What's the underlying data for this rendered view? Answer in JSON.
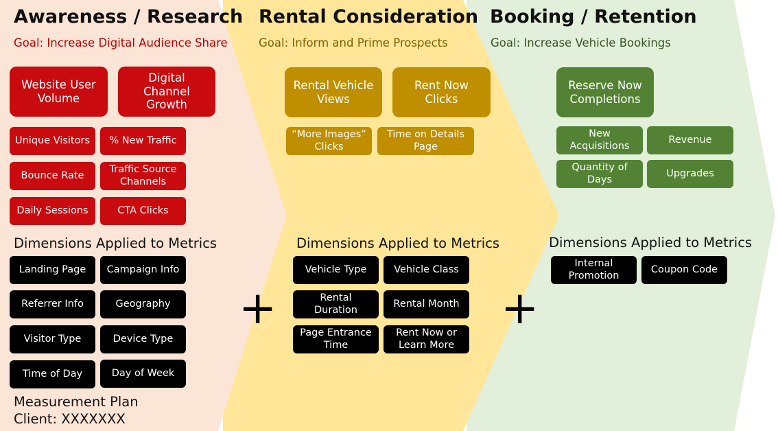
{
  "colors": {
    "awareness_bg": "#fbe5d6",
    "consideration_bg": "#ffe699",
    "booking_bg": "#e2efda",
    "awareness_box": "#c90a0e",
    "consideration_box": "#bf8f00",
    "booking_box": "#548235",
    "dimension_box": "#000000"
  },
  "awareness": {
    "title": "Awareness / Research",
    "goal": "Goal: Increase Digital Audience Share",
    "kpis": [
      "Website User Volume",
      "Digital Channel Growth"
    ],
    "metrics": [
      "Unique Visitors",
      "% New Traffic",
      "Bounce Rate",
      "Traffic Source Channels",
      "Daily Sessions",
      "CTA Clicks"
    ],
    "dimensions_heading": "Dimensions Applied to Metrics",
    "dimensions": [
      "Landing Page",
      "Campaign Info",
      "Referrer Info",
      "Geography",
      "Visitor Type",
      "Device Type",
      "Time of Day",
      "Day of Week"
    ]
  },
  "consideration": {
    "title": "Rental Consideration",
    "goal": "Goal: Inform and Prime Prospects",
    "kpis": [
      "Rental Vehicle Views",
      "Rent Now Clicks"
    ],
    "metrics": [
      "“More Images” Clicks",
      "Time on Details Page"
    ],
    "dimensions_heading": "Dimensions Applied to Metrics",
    "dimensions": [
      "Vehicle Type",
      "Vehicle Class",
      "Rental Duration",
      "Rental Month",
      "Page Entrance Time",
      "Rent Now or Learn More"
    ]
  },
  "booking": {
    "title": "Booking / Retention",
    "goal": "Goal: Increase Vehicle Bookings",
    "kpis": [
      "Reserve Now Completions"
    ],
    "metrics": [
      "New Acquisitions",
      "Revenue",
      "Quantity of Days",
      "Upgrades"
    ],
    "dimensions_heading": "Dimensions Applied to Metrics",
    "dimensions": [
      "Internal Promotion",
      "Coupon Code"
    ]
  },
  "plus_symbols": [
    "+",
    "+"
  ],
  "footer": {
    "line1": "Measurement Plan",
    "line2": "Client: XXXXXXX"
  }
}
